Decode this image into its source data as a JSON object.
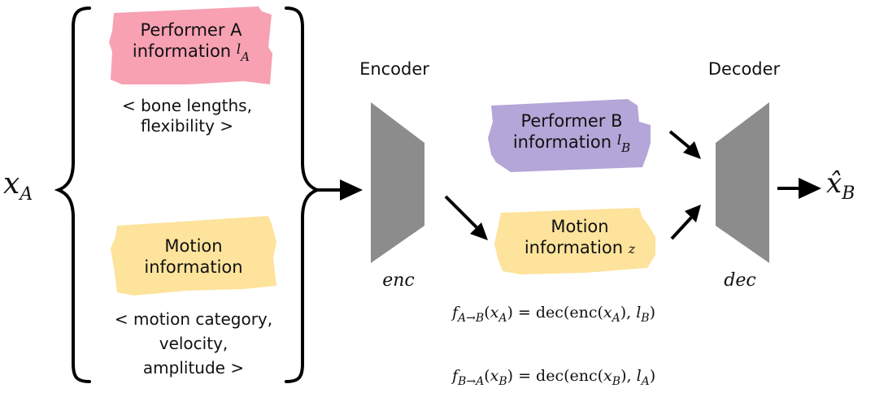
{
  "input_symbol": {
    "base": "x",
    "sub": "A"
  },
  "output_symbol": {
    "base": "x̂",
    "sub": "B"
  },
  "performer_a": {
    "title_line1": "Performer A",
    "title_line2": "information",
    "symbol_base": "l",
    "symbol_sub": "A",
    "attributes": "< bone lengths,\nflexibility >",
    "color": "#f7a1b3"
  },
  "motion_left": {
    "title_line1": "Motion",
    "title_line2": "information",
    "attributes": "< motion category,\nvelocity,\namplitude >",
    "color": "#fde39b"
  },
  "encoder": {
    "title": "Encoder",
    "symbol": "enc",
    "color": "#8c8c8c"
  },
  "decoder": {
    "title": "Decoder",
    "symbol": "dec",
    "color": "#8c8c8c"
  },
  "performer_b": {
    "title_line1": "Performer B",
    "title_line2": "information",
    "symbol_base": "l",
    "symbol_sub": "B",
    "color": "#b4a6d8"
  },
  "motion_latent": {
    "title_line1": "Motion",
    "title_line2": "information",
    "symbol": "z",
    "color": "#fde39b"
  },
  "formulas": {
    "f_ab": {
      "f": "f",
      "sub": "A→B",
      "x": "x",
      "xsub": "A",
      "eq": " = dec(enc(",
      "x2": "x",
      "x2sub": "A",
      "mid": "), ",
      "l": "l",
      "lsub": "B",
      "end": ")"
    },
    "f_ba": {
      "f": "f",
      "sub": "B→A",
      "x": "x",
      "xsub": "B",
      "eq": " = dec(enc(",
      "x2": "x",
      "x2sub": "B",
      "mid": "), ",
      "l": "l",
      "lsub": "A",
      "end": ")"
    }
  }
}
